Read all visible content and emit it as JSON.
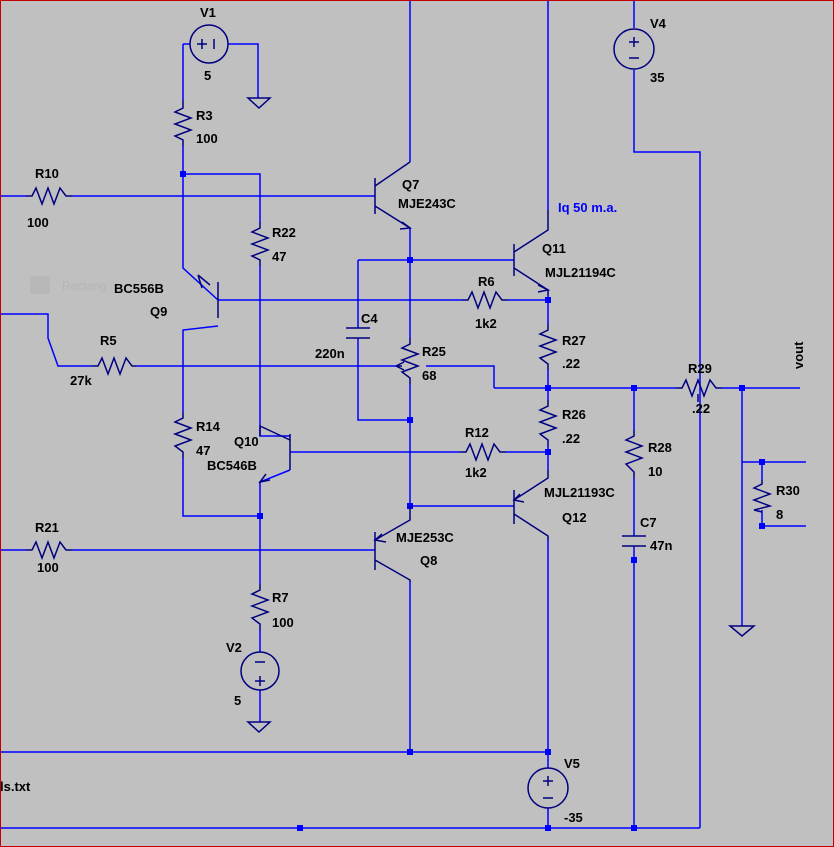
{
  "components": {
    "V1": {
      "name": "V1",
      "value": "5"
    },
    "V2": {
      "name": "V2",
      "value": "5"
    },
    "V4": {
      "name": "V4",
      "value": "35"
    },
    "V5": {
      "name": "V5",
      "value": "-35"
    },
    "R3": {
      "name": "R3",
      "value": "100"
    },
    "R10": {
      "name": "R10",
      "value": "100"
    },
    "R22": {
      "name": "R22",
      "value": "47"
    },
    "R6": {
      "name": "R6",
      "value": "1k2"
    },
    "R5": {
      "name": "R5",
      "value": "27k"
    },
    "R25": {
      "name": "R25",
      "value": "68"
    },
    "R27": {
      "name": "R27",
      "value": ".22"
    },
    "R29": {
      "name": "R29",
      "value": ".22"
    },
    "R26": {
      "name": "R26",
      "value": ".22"
    },
    "R14": {
      "name": "R14",
      "value": "47"
    },
    "R12": {
      "name": "R12",
      "value": "1k2"
    },
    "R28": {
      "name": "R28",
      "value": "10"
    },
    "R30": {
      "name": "R30",
      "value": "8"
    },
    "R21": {
      "name": "R21",
      "value": "100"
    },
    "R7": {
      "name": "R7",
      "value": "100"
    },
    "C4": {
      "name": "C4",
      "value": "220n"
    },
    "C7": {
      "name": "C7",
      "value": "47n"
    },
    "Q7": {
      "name": "Q7",
      "value": "MJE243C"
    },
    "Q8": {
      "name": "Q8",
      "value": "MJE253C"
    },
    "Q9": {
      "name": "Q9",
      "value": "BC556B"
    },
    "Q10": {
      "name": "Q10",
      "value": "BC546B"
    },
    "Q11": {
      "name": "Q11",
      "value": "MJL21194C"
    },
    "Q12": {
      "name": "Q12",
      "value": "MJL21193C"
    }
  },
  "net_labels": {
    "vout": "vout"
  },
  "annotations": {
    "iq": "Iq 50 m.a.",
    "file": "ls.txt",
    "ghost": "Rectang"
  },
  "colors": {
    "wire": "#0000ff",
    "component": "#000080",
    "background": "#c0c0c0",
    "text": "#000000",
    "window_border": "#c00000"
  }
}
